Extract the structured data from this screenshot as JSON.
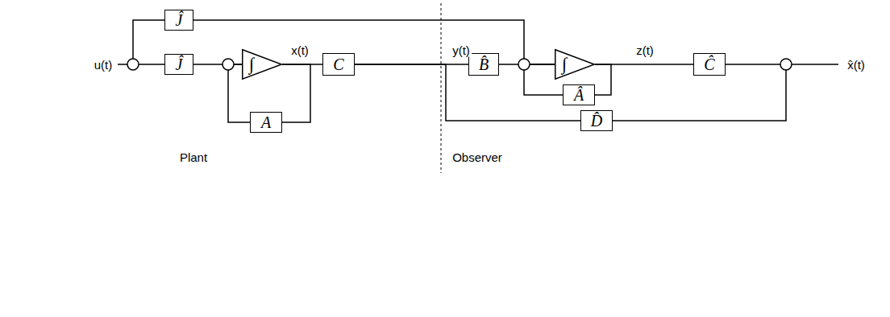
{
  "diagram": {
    "nodes": [
      {
        "text": [
          "Ĵ"
        ]
      },
      {
        "text": [
          "Ĵ"
        ]
      },
      {
        "text": [
          "∫"
        ]
      },
      {
        "text": [
          "C"
        ]
      },
      {
        "text": [
          "A"
        ]
      },
      {
        "text": [
          "B̂"
        ]
      },
      {
        "text": [
          "∫"
        ]
      },
      {
        "text": [
          "Ĉ"
        ]
      },
      {
        "text": [
          "Â"
        ]
      },
      {
        "text": [
          "D̂"
        ]
      }
    ],
    "edges": [
      {
        "from": 1,
        "to": 2,
        "arrow": "none"
      },
      {
        "from": 4,
        "to": 2,
        "arrow": "none"
      },
      {
        "from": 2,
        "to": 3,
        "label": "x(t)",
        "arrow": "none"
      },
      {
        "from": 2,
        "to": 4,
        "arrow": "none"
      },
      {
        "from": 3,
        "to": 5,
        "label": "y(t)",
        "arrow": "none"
      },
      {
        "from": 3,
        "to": 9,
        "arrow": "none"
      },
      {
        "from": 0,
        "to": 6,
        "arrow": "none"
      },
      {
        "from": 5,
        "to": 6,
        "arrow": "none"
      },
      {
        "from": 8,
        "to": 6,
        "arrow": "none"
      },
      {
        "from": 6,
        "to": 8,
        "arrow": "none"
      },
      {
        "from": 6,
        "to": 7,
        "label": "z(t)",
        "arrow": "none"
      }
    ],
    "labels": [
      "u(t)",
      "x̂(t)",
      "Plant",
      "Observer"
    ]
  }
}
